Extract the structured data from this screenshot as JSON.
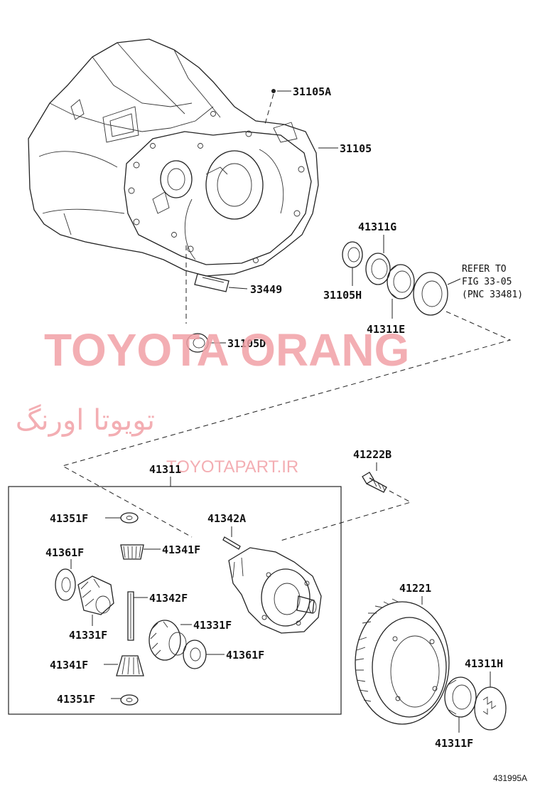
{
  "watermark": {
    "brand": "TOYOTA ORANG",
    "persian": "تویوتا اورنگ",
    "site": "TOYOTAPART.IR"
  },
  "labels": {
    "p31105A": "31105A",
    "p31105": "31105",
    "p41311G": "41311G",
    "p31105H": "31105H",
    "p41311E": "41311E",
    "p33449": "33449",
    "p31105D": "31105D",
    "p41222B": "41222B",
    "p41311": "41311",
    "p41351F_top": "41351F",
    "p41342A": "41342A",
    "p41361F_left": "41361F",
    "p41341F_top": "41341F",
    "p41342F": "41342F",
    "p41331F_left": "41331F",
    "p41331F_right": "41331F",
    "p41341F_bottom": "41341F",
    "p41361F_right": "41361F",
    "p41351F_bottom": "41351F",
    "p41221": "41221",
    "p41311H": "41311H",
    "p41311F": "41311F"
  },
  "refer_note": {
    "line1": "REFER TO",
    "line2": "FIG 33-05",
    "line3": "(PNC 33481)"
  },
  "figure_id": "431995A"
}
